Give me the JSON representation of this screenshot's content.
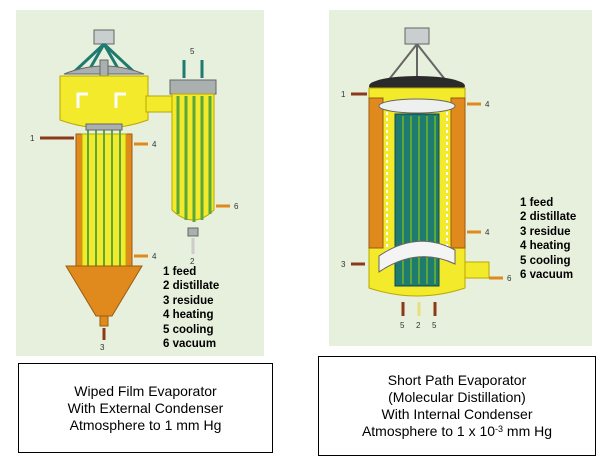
{
  "left": {
    "legend": [
      "1 feed",
      "2 distillate",
      "3 residue",
      "4 heating",
      "5 cooling",
      "6 vacuum"
    ],
    "caption": [
      "Wiped Film Evaporator",
      "With External Condenser",
      "Atmosphere to 1 mm Hg"
    ],
    "port_labels": [
      "1",
      "4",
      "4",
      "5",
      "6",
      "2",
      "3"
    ]
  },
  "right": {
    "legend": [
      "1 feed",
      "2 distillate",
      "3 residue",
      "4 heating",
      "5 cooling",
      "6 vacuum"
    ],
    "caption": [
      "Short Path Evaporator",
      "(Molecular Distillation)",
      "With Internal Condenser"
    ],
    "caption_last_prefix": "Atmosphere to 1 x 10",
    "caption_last_exp": "-3",
    "caption_last_suffix": " mm Hg",
    "port_labels": [
      "1",
      "4",
      "4",
      "3",
      "6",
      "5",
      "2",
      "5"
    ]
  },
  "colors": {
    "panel_bg": "#e6f0dc",
    "yellow": "#f2ea2a",
    "orange": "#e08a1e",
    "teal": "#1f7a70",
    "green": "#5aa83a",
    "gray": "#aab0b0"
  }
}
